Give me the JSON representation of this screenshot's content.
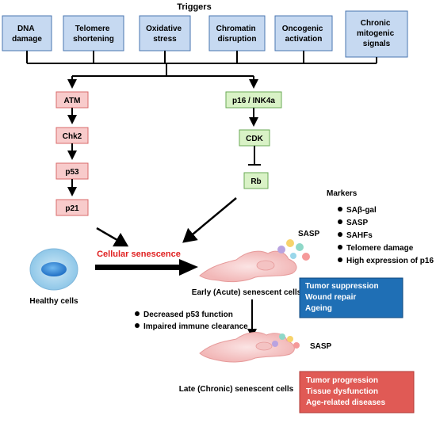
{
  "triggers": {
    "heading": "Triggers",
    "items": [
      [
        "DNA",
        "damage"
      ],
      [
        "Telomere",
        "shortening"
      ],
      [
        "Oxidative",
        "stress"
      ],
      [
        "Chromatin",
        "disruption"
      ],
      [
        "Oncogenic",
        "activation"
      ],
      [
        "Chronic",
        "mitogenic",
        "signals"
      ]
    ]
  },
  "left_pathway": [
    "ATM",
    "Chk2",
    "p53",
    "p21"
  ],
  "right_pathway": [
    "p16 / INK4a",
    "CDK",
    "Rb"
  ],
  "markers": {
    "heading": "Markers",
    "items": [
      "SAβ-gal",
      "SASP",
      "SAHFs",
      "Telomere damage",
      "High expression of p16"
    ]
  },
  "healthy_cells_label": "Healthy cells",
  "cellular_senescence_label": "Cellular senescence",
  "sasp_label": "SASP",
  "early_cells_label": "Early (Acute) senescent cells",
  "late_cells_label": "Late (Chronic) senescent cells",
  "transition_factors": [
    "Decreased p53 function",
    "Impaired immune clearance"
  ],
  "early_outcomes": [
    "Tumor suppression",
    "Wound repair",
    "Ageing"
  ],
  "late_outcomes": [
    "Tumor progression",
    "Tissue dysfunction",
    "Age-related diseases"
  ],
  "colors": {
    "trigger_fill": "#c6d9f1",
    "left_box_fill": "#f8cbcb",
    "right_box_fill": "#d9f2c6",
    "senescence_text": "#e02020",
    "early_outcome_fill": "#1f6fb5",
    "late_outcome_fill": "#e05a55"
  }
}
